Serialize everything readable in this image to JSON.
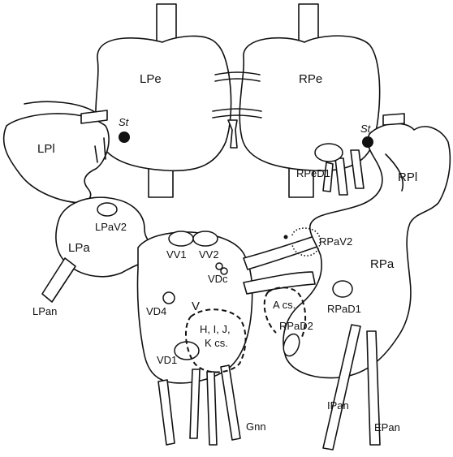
{
  "labels": {
    "lpe": "LPe",
    "rpe": "RPe",
    "st_left": "St",
    "st_right": "St",
    "lpl": "LPl",
    "rpl": "RPl",
    "rped1": "RPeD1",
    "lpav2": "LPaV2",
    "lpa": "LPa",
    "lpan": "LPan",
    "vv1": "VV1",
    "vv2": "VV2",
    "vdc": "VDc",
    "v": "V",
    "vd4": "VD4",
    "vd1": "VD1",
    "hijk_line1": "H, I, J,",
    "hijk_line2": "K cs.",
    "gnn": "Gnn",
    "rpav2": "RPaV2",
    "rpa": "RPa",
    "rpad1": "RPaD1",
    "a_cs": "A cs.",
    "rpad2": "RPaD2",
    "ipan": "IPan",
    "epan": "EPan"
  }
}
